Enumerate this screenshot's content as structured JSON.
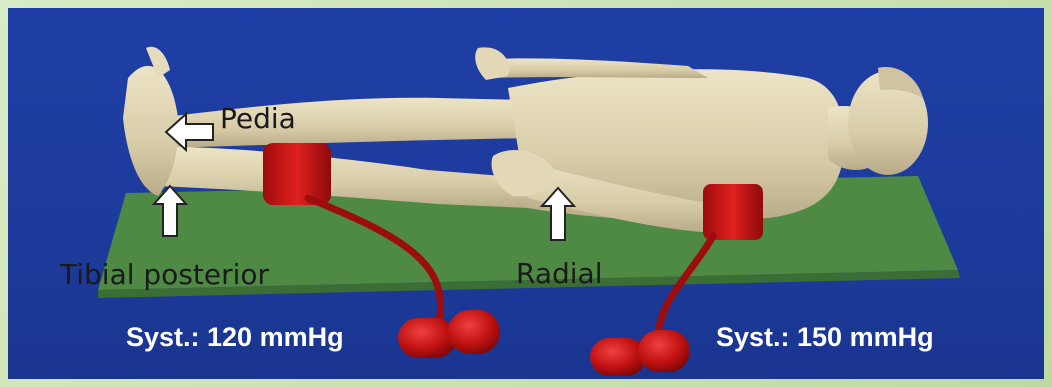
{
  "labels": {
    "pedia": "Pedia",
    "tibial_posterior": "Tibial posterior",
    "radial": "Radial",
    "left_pressure": "Syst.: 120 mmHg",
    "right_pressure": "Syst.: 150 mmHg"
  },
  "colors": {
    "background_frame": "#cfe3b4",
    "panel_blue": "#1f3fa6",
    "table_green": "#4f8a45",
    "cuff_red": "#c81414",
    "skin": "#d9cfae",
    "arrow_white": "#ffffff"
  }
}
